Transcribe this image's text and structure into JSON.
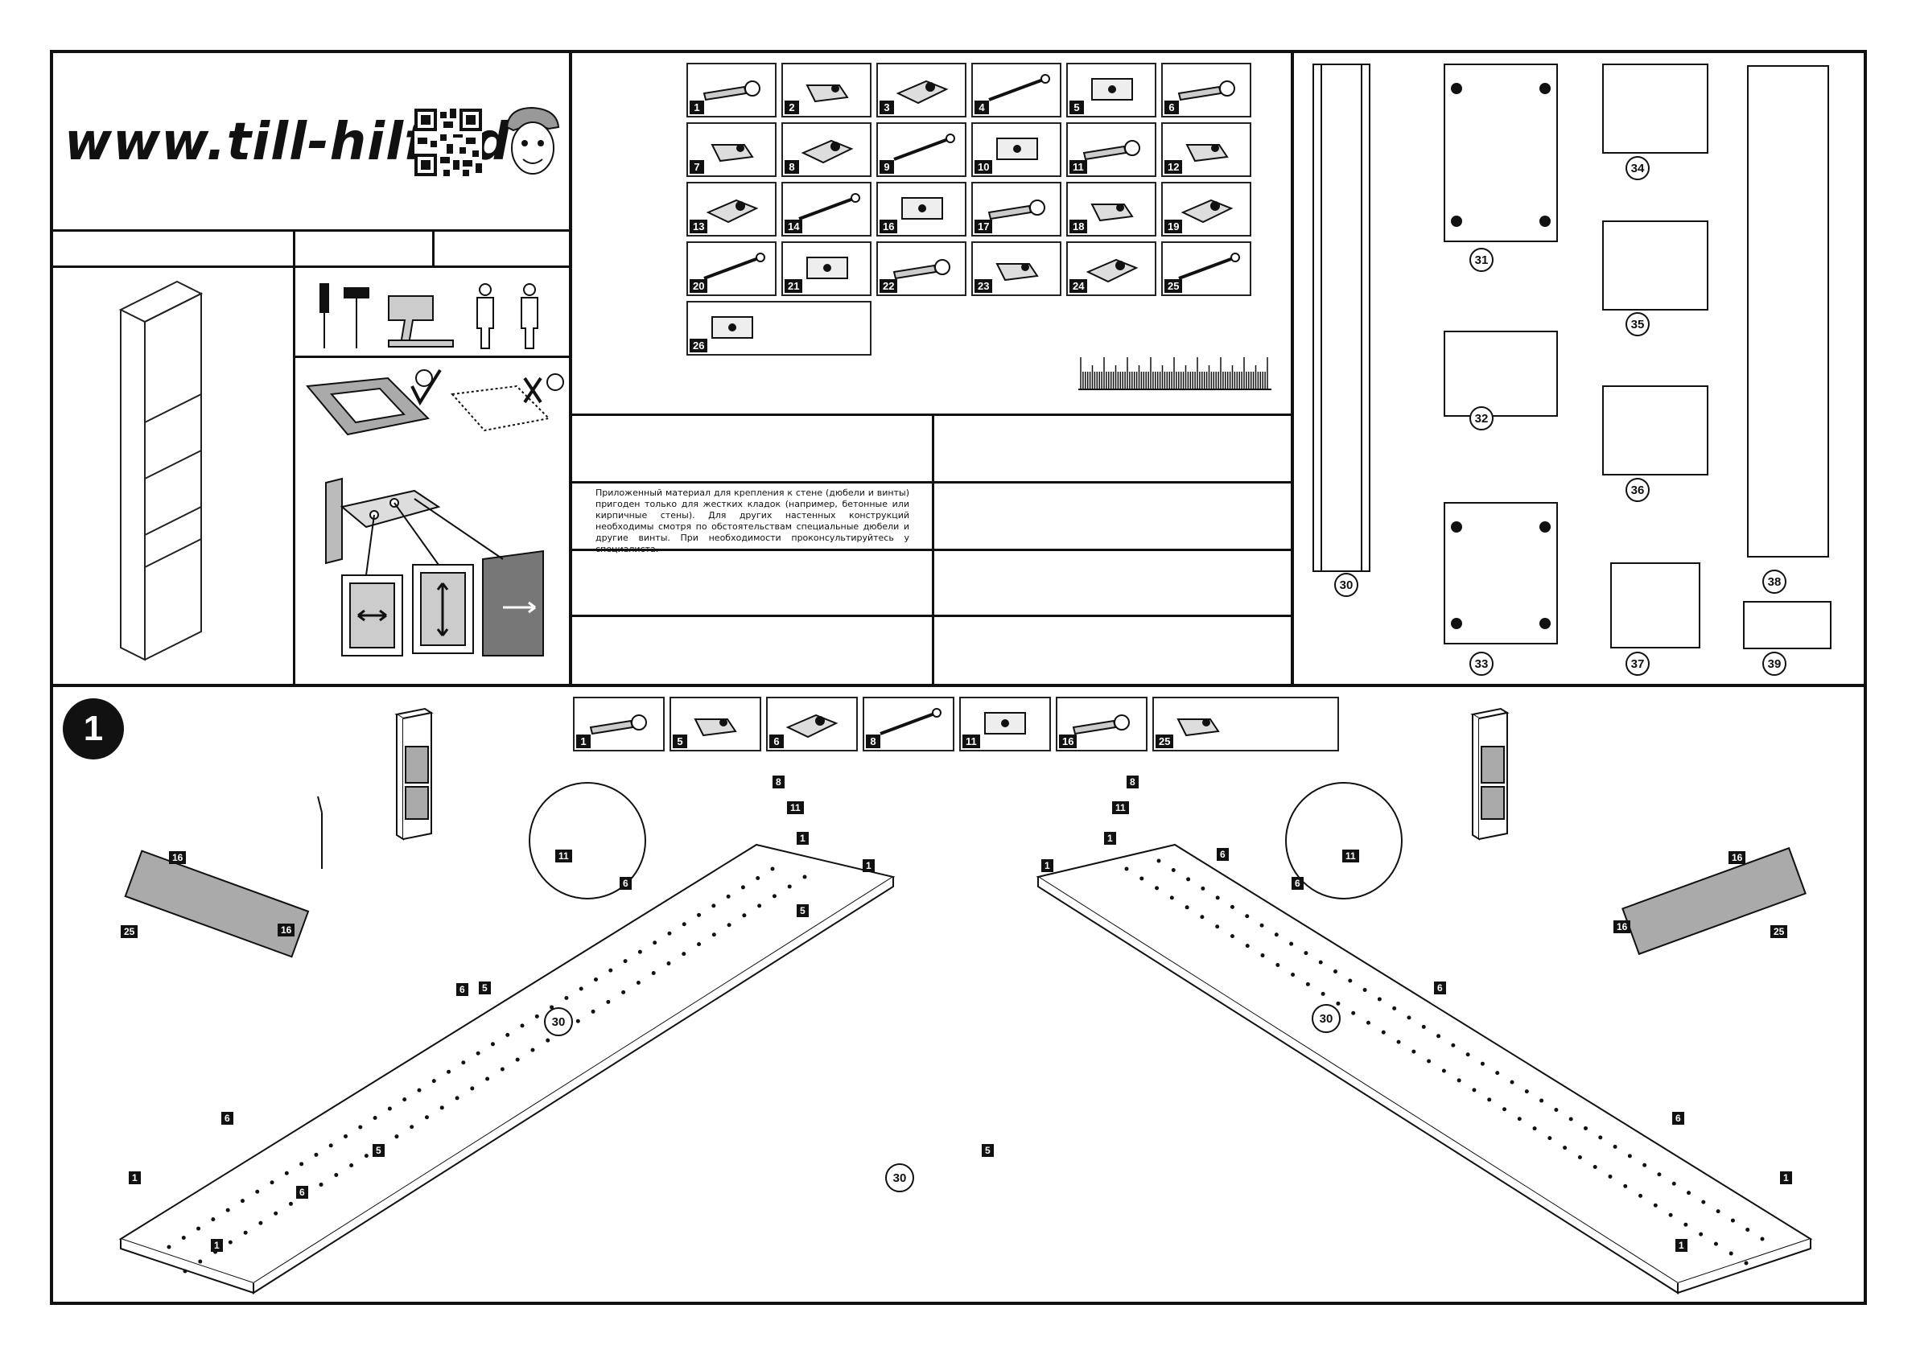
{
  "header": {
    "url": "www.till-hilft.de",
    "qr_icon": "qr-code-icon",
    "mascot_icon": "mascot-face-icon"
  },
  "parts": [
    {
      "num": "1",
      "icon": "cam-bolt-icon"
    },
    {
      "num": "2",
      "icon": "cam-lock-icon"
    },
    {
      "num": "3",
      "icon": "hinge-icon"
    },
    {
      "num": "4",
      "icon": "hinge-icon"
    },
    {
      "num": "5",
      "icon": "mounting-plate-icon"
    },
    {
      "num": "6",
      "icon": "shelf-pin-icon"
    },
    {
      "num": "7",
      "icon": "wood-dowel-icon"
    },
    {
      "num": "8",
      "icon": "screw-icon"
    },
    {
      "num": "9",
      "icon": "long-screw-icon"
    },
    {
      "num": "10",
      "icon": "wall-plug-icon"
    },
    {
      "num": "11",
      "icon": "hanging-bracket-icon"
    },
    {
      "num": "12",
      "icon": "cover-cap-icon"
    },
    {
      "num": "13",
      "icon": "pin-icon"
    },
    {
      "num": "14",
      "icon": "nail-icon"
    },
    {
      "num": "16",
      "icon": "euro-screw-icon"
    },
    {
      "num": "17",
      "icon": "clip-icon"
    },
    {
      "num": "18",
      "icon": "short-screw-icon"
    },
    {
      "num": "19",
      "icon": "glue-tube-icon"
    },
    {
      "num": "20",
      "icon": "strip-icon"
    },
    {
      "num": "21",
      "icon": "small-screw-icon"
    },
    {
      "num": "22",
      "icon": "rod-icon"
    },
    {
      "num": "23",
      "icon": "bracket-plate-icon"
    },
    {
      "num": "24",
      "icon": "furniture-foot-icon"
    },
    {
      "num": "25",
      "icon": "drawer-slide-icon"
    },
    {
      "num": "26",
      "icon": "soft-close-slide-icon"
    }
  ],
  "note_text": "Приложенный материал для крепления к стене (дюбели и винты) пригоден только для жестких кладок (например, бетонные или кирпичные стены). Для других настенных конструкций необходимы смотря по обстоятельствам специальные дюбели и другие винты. При необходимости проконсультируйтесь у специалиста.",
  "panels": [
    "30",
    "31",
    "32",
    "33",
    "34",
    "35",
    "36",
    "37",
    "38",
    "39"
  ],
  "step": {
    "number": "1",
    "parts": [
      "1",
      "5",
      "6",
      "8",
      "11",
      "16",
      "25"
    ],
    "panel_label": "30",
    "tags_left": [
      "16",
      "25",
      "16",
      "6",
      "6",
      "5",
      "6",
      "1",
      "5",
      "1",
      "6",
      "8",
      "11",
      "1",
      "1",
      "5",
      "11"
    ],
    "tags_right": [
      "8",
      "11",
      "1",
      "1",
      "6",
      "6",
      "16",
      "25",
      "16",
      "6",
      "6",
      "1",
      "1",
      "11"
    ],
    "center_tag": "5",
    "center_label": "30"
  }
}
